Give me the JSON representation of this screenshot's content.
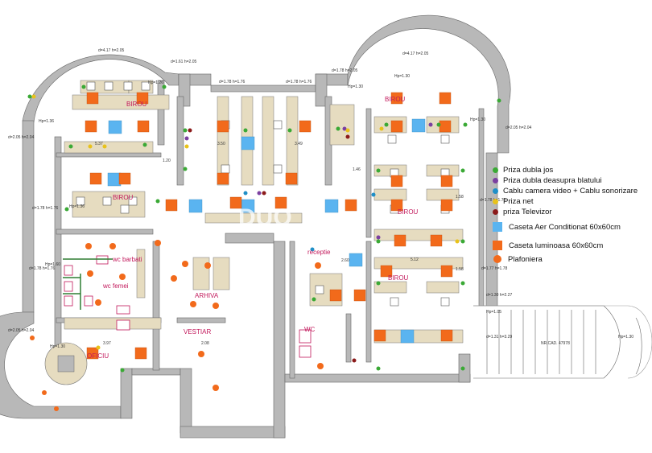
{
  "plan": {
    "rooms": {
      "birou_top_left": "BIROU",
      "birou_top_right": "BIROU",
      "birou_left_mid": "BIROU",
      "birou_right_mid": "BIROU",
      "birou_right_low": "BIROU",
      "wc_barbati": "wc barbati",
      "wc_femei": "wc femei",
      "arhiva": "ARHIVA",
      "vestiar": "VESTIAR",
      "oficiu": "OFICIU",
      "receptie": "receptie",
      "wc": "WC",
      "cad": "NR.CAD. 47978"
    },
    "dims": {
      "d1": "d=4.17 h=2.05",
      "d2": "d=1.61 h=2.05",
      "d3": "d=1.78 h=1.76",
      "d4": "d=1.78 h=1.76",
      "d5": "d=1.78 h=2.05",
      "d6": "d=4.17 h=2.05",
      "d7": "d=2.05 h=2.04",
      "d8": "d=2.05 h=2.04",
      "d9": "d=1.78 h=1.76",
      "d10": "d=1.78 h=1.76",
      "d11": "d=1.78 h=1.76",
      "d12": "d=1.77 h=1.78",
      "d13": "d=1.30 h=2.27",
      "d14": "d=1.31 h=3.29",
      "d15": "d=2.05 h=2.04",
      "hp1": "Hp=1.26",
      "hp2": "Hp=1.36",
      "hp3": "Hp=1.30",
      "hp4": "Hp=1.30",
      "hp5": "Hp=1.30",
      "hp6": "Hp=1.36",
      "hp7": "Hp=1.60",
      "hp8": "Hp=1.05",
      "hp9": "Hp=1.30",
      "hp10": "Hp=1.30",
      "m1": "5.37",
      "m2": "3.50",
      "m3": "3.49",
      "m4": "5.12",
      "m5": "3.97",
      "m6": "2.08",
      "m7": "1.20",
      "m8": "1.46",
      "m9": "1.58",
      "m10": "1.58",
      "m11": "2.60"
    }
  },
  "legend": {
    "items": [
      {
        "label": "Priza dubla jos",
        "color": "#3aa935"
      },
      {
        "label": "Priza dubla deasupra blatului",
        "color": "#7b3fa0"
      },
      {
        "label": "Cablu camera video + Cablu sonorizare",
        "color": "#1f8fc7"
      },
      {
        "label": "Priza net",
        "color": "#e8c21a"
      },
      {
        "label": "priza Televizor",
        "color": "#8b1a1a"
      }
    ],
    "boxes": [
      {
        "label": "Caseta Aer Conditionat 60x60cm",
        "color": "#5ab4f0"
      },
      {
        "label": "Caseta luminoasa 60x60cm",
        "color": "#f26a1b"
      },
      {
        "label": "Plafoniera",
        "color": "#f26a1b"
      }
    ]
  },
  "watermark": "DUO"
}
